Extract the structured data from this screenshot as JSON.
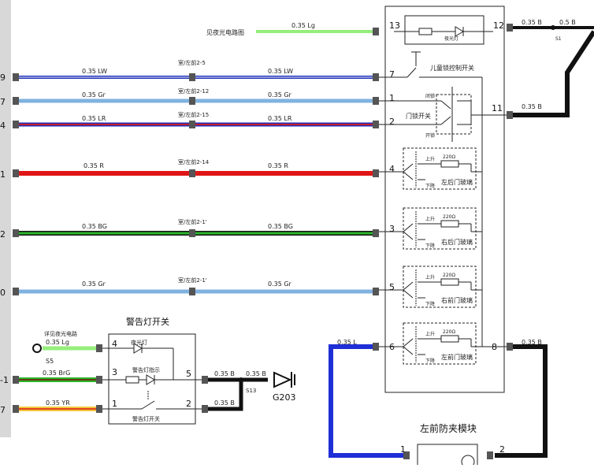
{
  "wire_labels": {
    "night_light_top": "0.35 Lg",
    "lw_left": "0.35 LW",
    "lw_right": "0.35 LW",
    "gr1_left": "0.35 Gr",
    "gr1_right": "0.35 Gr",
    "lr_left": "0.35 LR",
    "lr_right": "0.35 LR",
    "r_left": "0.35 R",
    "r_right": "0.35 R",
    "bg_left": "0.35 BG",
    "bg_right": "0.35 BG",
    "gr2_left": "0.35 Gr",
    "gr2_right": "0.35 Gr",
    "pin12_out": "0.35 B",
    "pin12_splice_out": "0.5 B",
    "pin11_out": "0.35 B",
    "pin6_in": "0.35 L",
    "pin8_out": "0.35 B",
    "warn_lg": "0.35 Lg",
    "warn_brg": "0.35 BrG",
    "warn_yr": "0.35 YR",
    "warn_pin5_out": "0.35 B",
    "warn_splice_out": "0.35 B",
    "warn_pin2_out": "0.35 B"
  },
  "text_labels": {
    "night_light_circuit": "见夜光电路图",
    "conn_lw": "室/左前2-5",
    "conn_gr1": "室/左前2-12",
    "conn_lr": "室/左前2-15",
    "conn_r": "室/左前2-14",
    "conn_bg": "室/左前2-1'",
    "conn_gr2": "室/左前2-1'",
    "child_lock": "儿童锁控制开关",
    "door_lock": "门锁开关",
    "lock": "闭锁",
    "unlock": "开锁",
    "rl_window": "左后门玻璃",
    "rr_window": "右后门玻璃",
    "rf_window": "右前门玻璃",
    "lf_window": "左前门玻璃",
    "up": "上升",
    "down": "下降",
    "resistor": "220Ω",
    "night_light_lamp": "夜光灯",
    "night_light_small": "夜光灯",
    "warn_indicator": "警告灯指示",
    "warn_switch_bottom": "警告灯开关",
    "warn_switch_title": "警告灯开关",
    "see_night_light": "详见夜光电路",
    "s5": "S5",
    "s13": "S13",
    "s1": "S1",
    "ground": "G203",
    "anti_pinch_module": "左前防夹模块"
  },
  "pin_numbers": {
    "p13": "13",
    "p12": "12",
    "p7": "7",
    "p1": "1",
    "p2": "2",
    "p11": "11",
    "p4": "4",
    "p3": "3",
    "p5": "5",
    "p6": "6",
    "p8": "8",
    "w4": "4",
    "w3": "3",
    "w1": "1",
    "w5": "5",
    "w2": "2",
    "m1": "1",
    "m2": "2"
  },
  "edge_labels": {
    "row_lw": "9",
    "row_gr1": "7",
    "row_lr": "4",
    "row_r": "1",
    "row_bg": "2",
    "row_gr2": "0",
    "row_brg": "-1",
    "row_yr": "7"
  },
  "colors": {
    "lw_wire": "#1c2fb5",
    "gr_wire": "#7fb2e0",
    "lr_wire": "#cc1a2c",
    "r_wire": "#e01515",
    "bg_wire": "#2bb52b",
    "lg_wire": "#95ee7b",
    "yr_wire": "#f0c83a",
    "l_wire": "#1f2fd6",
    "b_wire": "#111111"
  }
}
